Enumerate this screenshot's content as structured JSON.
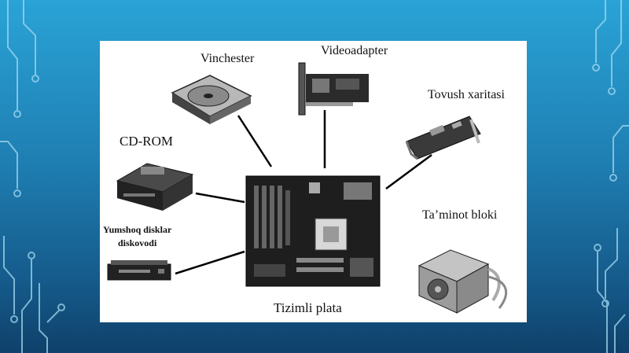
{
  "slide": {
    "components": {
      "vinchester": "Vinchester",
      "videoadapter": "Videoadapter",
      "tovush_xaritasi": "Tovush xaritasi",
      "cd_rom": "CD-ROM",
      "yumshoq_line1": "Yumshoq disklar",
      "yumshoq_line2": "diskovodi",
      "taminot_bloki": "Ta’minot bloki",
      "tizimli_plata": "Tizimli plata"
    }
  },
  "colors": {
    "background_top": "#2aa3d6",
    "background_bottom": "#0f416a",
    "circuit_lines": "#9fd8f0",
    "slide_bg": "#ffffff",
    "connector": "#000000"
  },
  "icons": [
    "hard-drive-icon",
    "video-card-icon",
    "sound-card-icon",
    "cd-rom-drive-icon",
    "floppy-drive-icon",
    "power-supply-icon",
    "motherboard-icon"
  ]
}
